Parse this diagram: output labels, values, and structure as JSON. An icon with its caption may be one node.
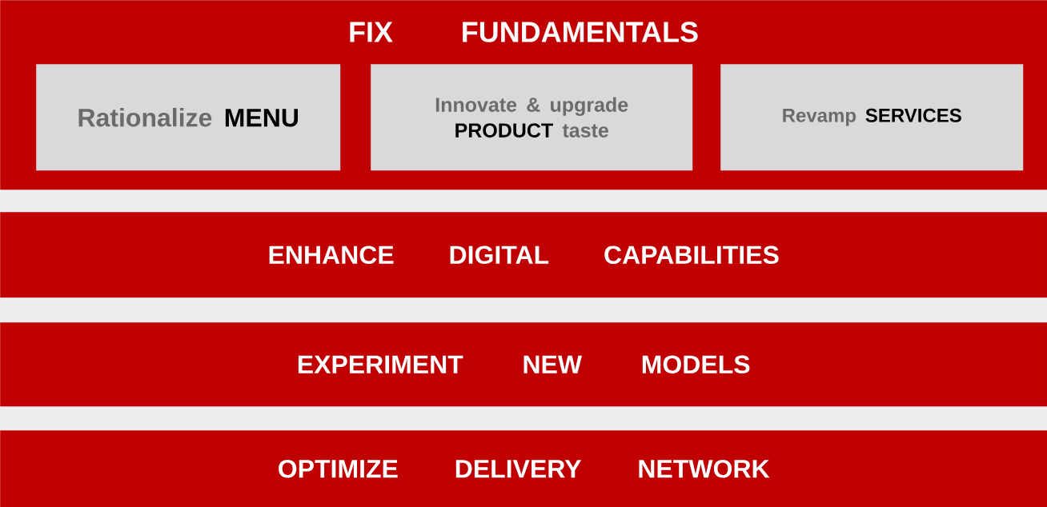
{
  "diagram": {
    "nodes": [
      {
        "text": [
          "FIX FUNDAMENTALS"
        ]
      },
      {
        "text": [
          "Rationalize **MENU**"
        ],
        "in": 0
      },
      {
        "text": [
          "Innovate & upgrade **PRODUCT** taste"
        ],
        "in": 0
      },
      {
        "text": [
          "Revamp **SERVICES**"
        ],
        "in": 0
      },
      {
        "text": [
          "ENHANCE DIGITAL CAPABILITIES"
        ]
      },
      {
        "text": [
          "EXPERIMENT NEW MODELS"
        ]
      },
      {
        "text": [
          "OPTIMIZE DELIVERY NETWORK"
        ]
      }
    ]
  }
}
